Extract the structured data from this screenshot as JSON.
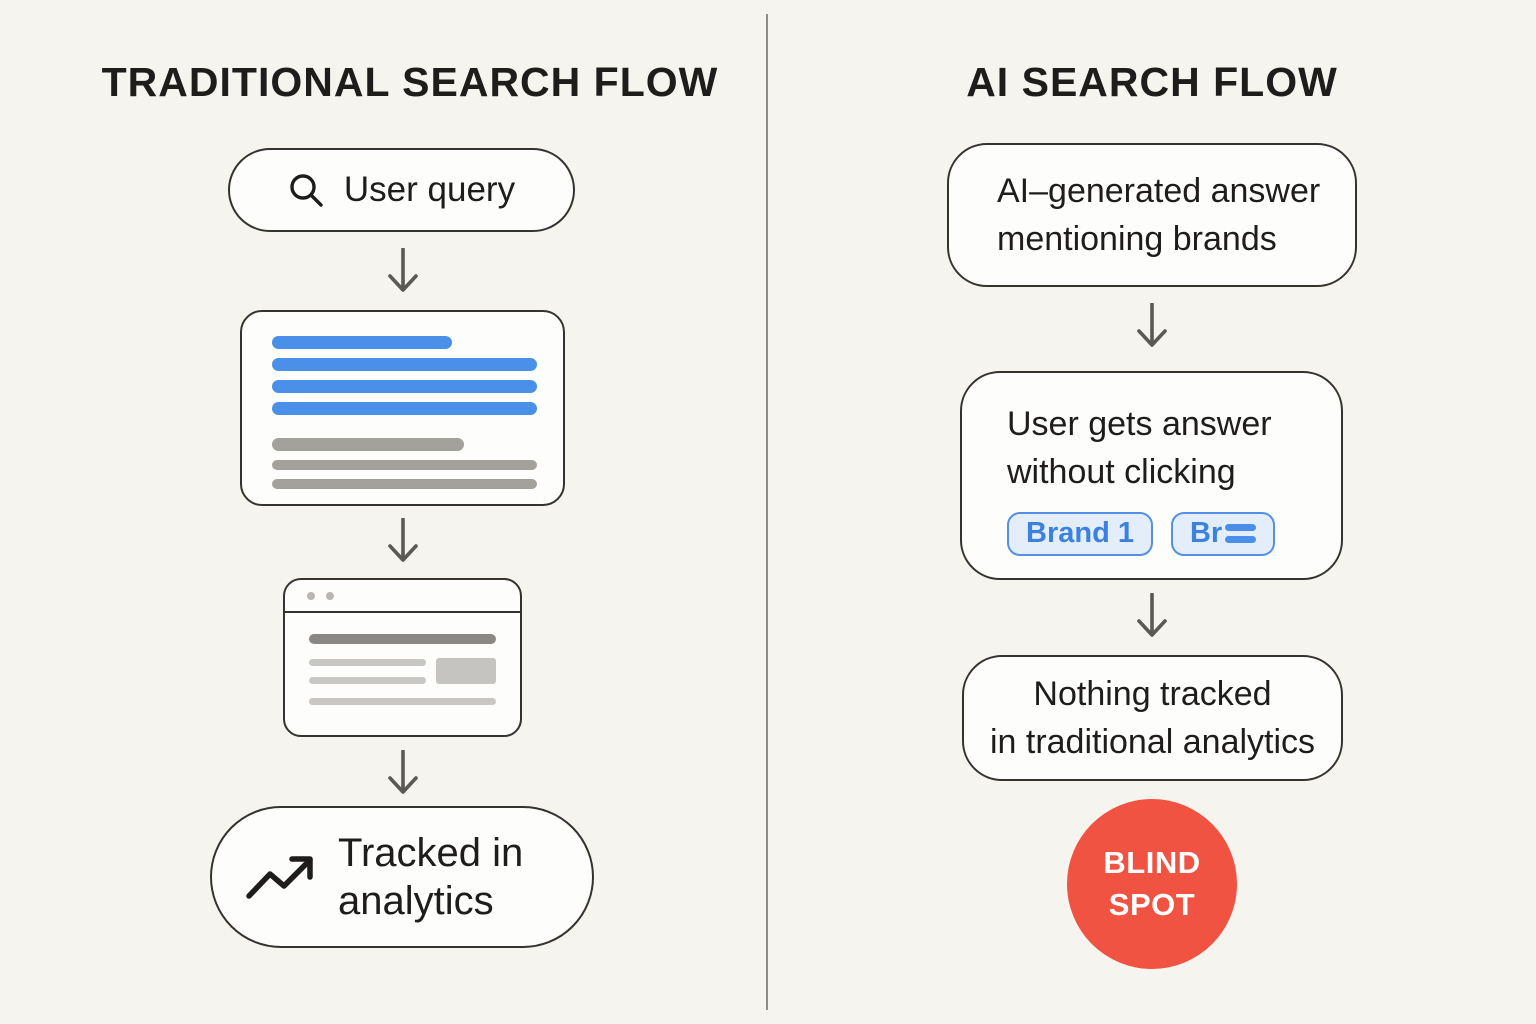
{
  "colors": {
    "background": "#f6f4ef",
    "card_background": "#fdfdfc",
    "text": "#1e1d1b",
    "outline": "#35332f",
    "arrow": "#5b5955",
    "divider": "#8b8b89",
    "link_blue": "#4a90e8",
    "chip_background": "#e4eefb",
    "chip_border": "#5491e5",
    "chip_text": "#3b82e0",
    "serp_gray_line": "#a3a19c",
    "browser_light_line": "#c9c7c3",
    "blind_spot_red": "#f05341"
  },
  "left": {
    "title": "TRADITIONAL SEARCH FLOW",
    "user_query": {
      "label": "User query",
      "icon": "search-icon"
    },
    "tracked": {
      "line1": "Tracked in",
      "line2": "analytics",
      "icon": "trending-up-icon"
    }
  },
  "right": {
    "title": "AI SEARCH FLOW",
    "ai_answer": {
      "line1": "AI–generated answer",
      "line2": "mentioning brands"
    },
    "user_answer": {
      "line1": "User gets answer",
      "line2": "without clicking",
      "chips": [
        {
          "label": "Brand 1"
        },
        {
          "label": "Br",
          "icon": "brand-lines-icon"
        }
      ]
    },
    "nothing_tracked": {
      "line1": "Nothing tracked",
      "line2": "in traditional analytics"
    },
    "blind_spot": {
      "line1": "BLIND",
      "line2": "SPOT"
    }
  }
}
